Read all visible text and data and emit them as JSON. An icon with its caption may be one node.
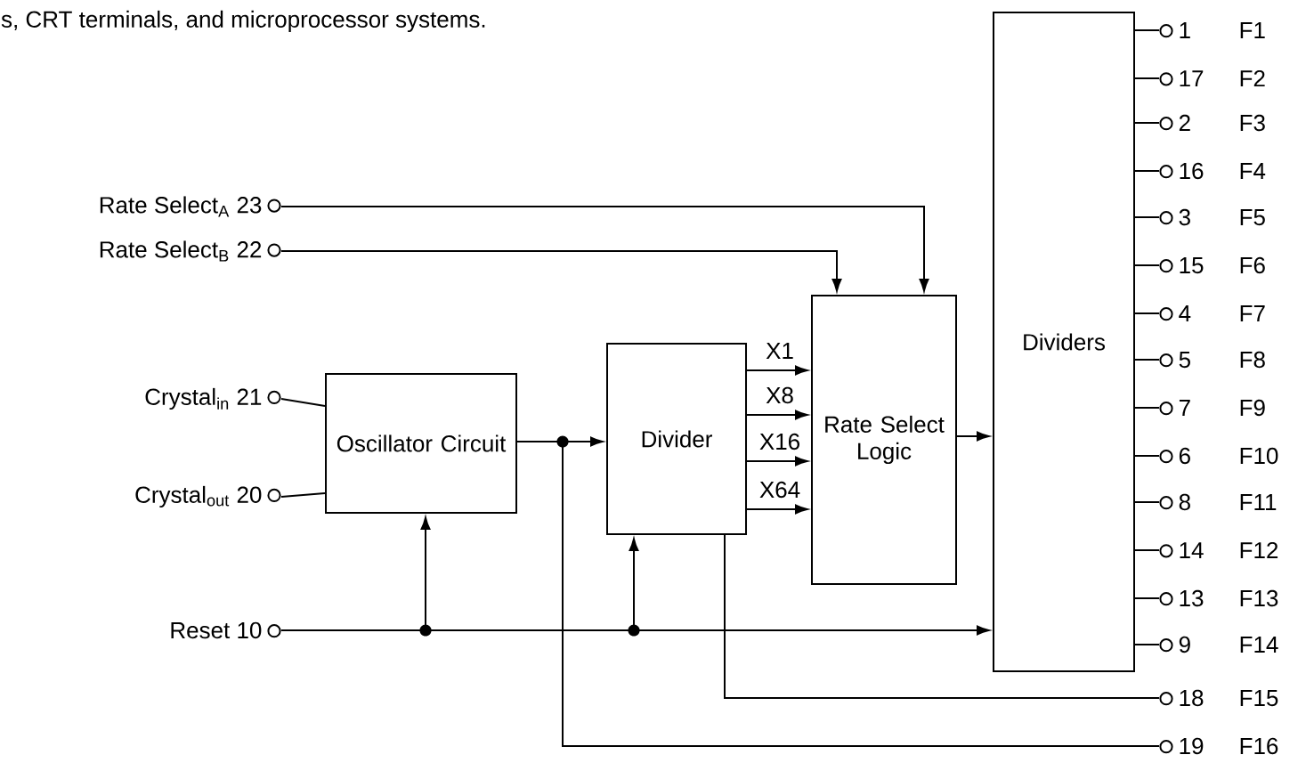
{
  "diagram": {
    "nodes": [
      {
        "text": [
          "Rate Select$_{A}$ 23"
        ]
      },
      {
        "text": [
          "Rate Select$_{B}$ 22"
        ]
      },
      {
        "text": [
          "Crystal$_{in}$ 21"
        ]
      },
      {
        "text": [
          "Crystal$_{out}$ 20"
        ]
      },
      {
        "text": [
          "Reset 10"
        ]
      },
      {
        "text": [
          "Oscillator Circuit"
        ]
      },
      {
        "text": [
          "Divider"
        ]
      },
      {
        "text": [
          "Rate Select Logic"
        ]
      },
      {
        "text": [
          "Dividers"
        ]
      },
      {
        "text": [
          "1",
          "F1"
        ]
      },
      {
        "text": [
          "17",
          "F2"
        ]
      },
      {
        "text": [
          "2",
          "F3"
        ]
      },
      {
        "text": [
          "16",
          "F4"
        ]
      },
      {
        "text": [
          "3",
          "F5"
        ]
      },
      {
        "text": [
          "15",
          "F6"
        ]
      },
      {
        "text": [
          "4",
          "F7"
        ]
      },
      {
        "text": [
          "5",
          "F8"
        ]
      },
      {
        "text": [
          "7",
          "F9"
        ]
      },
      {
        "text": [
          "6",
          "F10"
        ]
      },
      {
        "text": [
          "8",
          "F11"
        ]
      },
      {
        "text": [
          "14",
          "F12"
        ]
      },
      {
        "text": [
          "13",
          "F13"
        ]
      },
      {
        "text": [
          "9",
          "F14"
        ]
      },
      {
        "text": [
          "18",
          "F15"
        ]
      },
      {
        "text": [
          "19",
          "F16"
        ]
      }
    ],
    "edges": [
      {
        "from": 0,
        "to": 7,
        "arrow": "to"
      },
      {
        "from": 1,
        "to": 7,
        "arrow": "to"
      },
      {
        "from": 2,
        "to": 5,
        "arrow": "none"
      },
      {
        "from": 3,
        "to": 5,
        "arrow": "none"
      },
      {
        "from": 5,
        "to": 6,
        "arrow": "to"
      },
      {
        "from": 4,
        "to": 5,
        "arrow": "to"
      },
      {
        "from": 4,
        "to": 6,
        "arrow": "to"
      },
      {
        "from": 4,
        "to": 8,
        "arrow": "to"
      },
      {
        "from": 6,
        "to": 7,
        "arrow": "to",
        "label": "X1"
      },
      {
        "from": 6,
        "to": 7,
        "arrow": "to",
        "label": "X8"
      },
      {
        "from": 6,
        "to": 7,
        "arrow": "to",
        "label": "X16"
      },
      {
        "from": 6,
        "to": 7,
        "arrow": "to",
        "label": "X64"
      },
      {
        "from": 7,
        "to": 8,
        "arrow": "to"
      },
      {
        "from": 8,
        "to": 9,
        "arrow": "none"
      },
      {
        "from": 8,
        "to": 10,
        "arrow": "none"
      },
      {
        "from": 8,
        "to": 11,
        "arrow": "none"
      },
      {
        "from": 8,
        "to": 12,
        "arrow": "none"
      },
      {
        "from": 8,
        "to": 13,
        "arrow": "none"
      },
      {
        "from": 8,
        "to": 14,
        "arrow": "none"
      },
      {
        "from": 8,
        "to": 15,
        "arrow": "none"
      },
      {
        "from": 8,
        "to": 16,
        "arrow": "none"
      },
      {
        "from": 8,
        "to": 17,
        "arrow": "none"
      },
      {
        "from": 8,
        "to": 18,
        "arrow": "none"
      },
      {
        "from": 8,
        "to": 19,
        "arrow": "none"
      },
      {
        "from": 8,
        "to": 20,
        "arrow": "none"
      },
      {
        "from": 8,
        "to": 21,
        "arrow": "none"
      },
      {
        "from": 8,
        "to": 22,
        "arrow": "none"
      },
      {
        "from": 6,
        "to": 23,
        "arrow": "none"
      },
      {
        "from": 5,
        "to": 24,
        "arrow": "none"
      }
    ],
    "labels": [
      "s, CRT terminals, and microprocessor systems."
    ]
  }
}
